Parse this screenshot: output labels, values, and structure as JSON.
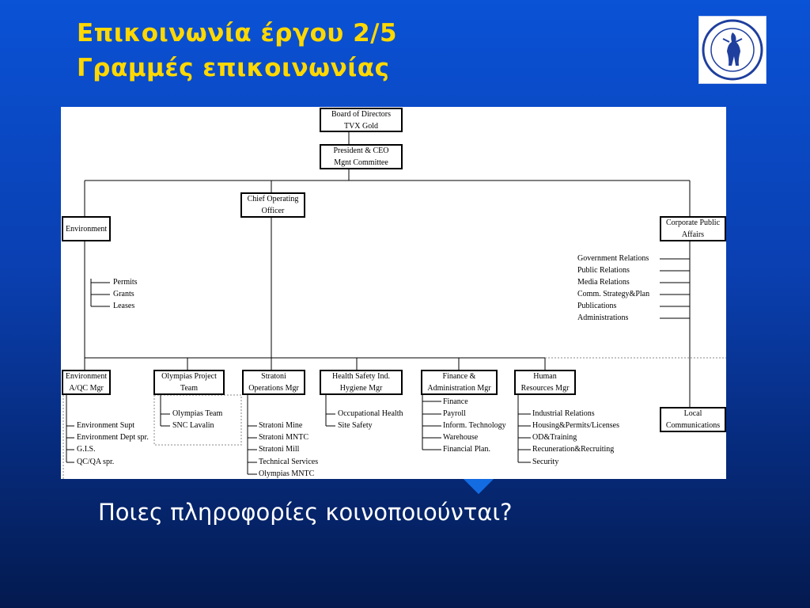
{
  "slide": {
    "title_line1": "Επικοινωνία έργου 2/5",
    "title_line2": "Γραμμές επικοινωνίας",
    "question": "Ποιες πληροφορίες κοινοποιούνται?"
  },
  "org": {
    "board": [
      "Board of Directors",
      "TVX Gold"
    ],
    "president": [
      "President & CEO",
      "Mgnt Committee"
    ],
    "coo": [
      "Chief Operating",
      "Officer"
    ],
    "environment": "Environment",
    "corporate": [
      "Corporate Public",
      "Affairs"
    ],
    "env_items": [
      "Permits",
      "Grants",
      "Leases"
    ],
    "corp_items": [
      "Government Relations",
      "Public Relations",
      "Media Relations",
      "Comm. Strategy&Plan",
      "Publications",
      "Administrations"
    ],
    "departments": [
      {
        "title": [
          "Environment",
          "A/QC Mgr"
        ],
        "items": [
          "Environment Supt",
          "Environment Dept spr.",
          "G.I.S.",
          "QC/QA spr."
        ]
      },
      {
        "title": [
          "Olympias Project",
          "Team"
        ],
        "items": [
          "Olympias Team",
          "SNC Lavalin"
        ]
      },
      {
        "title": [
          "Stratoni",
          "Operations Mgr"
        ],
        "items": [
          "Stratoni Mine",
          "Stratoni MNTC",
          "Stratoni Mill",
          "Technical Services",
          "Olympias MNTC"
        ]
      },
      {
        "title": [
          "Health Safety Ind.",
          "Hygiene Mgr"
        ],
        "items": [
          "Occupational Health",
          "Site Safety"
        ]
      },
      {
        "title": [
          "Finance &",
          "Administration Mgr"
        ],
        "items": [
          "Finance",
          "Payroll",
          "Inform. Technology",
          "Warehouse",
          "Financial Plan."
        ]
      },
      {
        "title": [
          "Human",
          "Resources Mgr"
        ],
        "items": [
          "Industrial Relations",
          "Housing&Permits/Licenses",
          "OD&Training",
          "Recuneration&Recruiting",
          "Security"
        ]
      }
    ],
    "local": [
      "Local",
      "Communications"
    ]
  },
  "colors": {
    "title": "#ffd800",
    "background_top": "#0a52d6",
    "background_bottom": "#041a4f",
    "chart_bg": "#ffffff"
  },
  "icons": {
    "seal": "university-seal-icon"
  }
}
